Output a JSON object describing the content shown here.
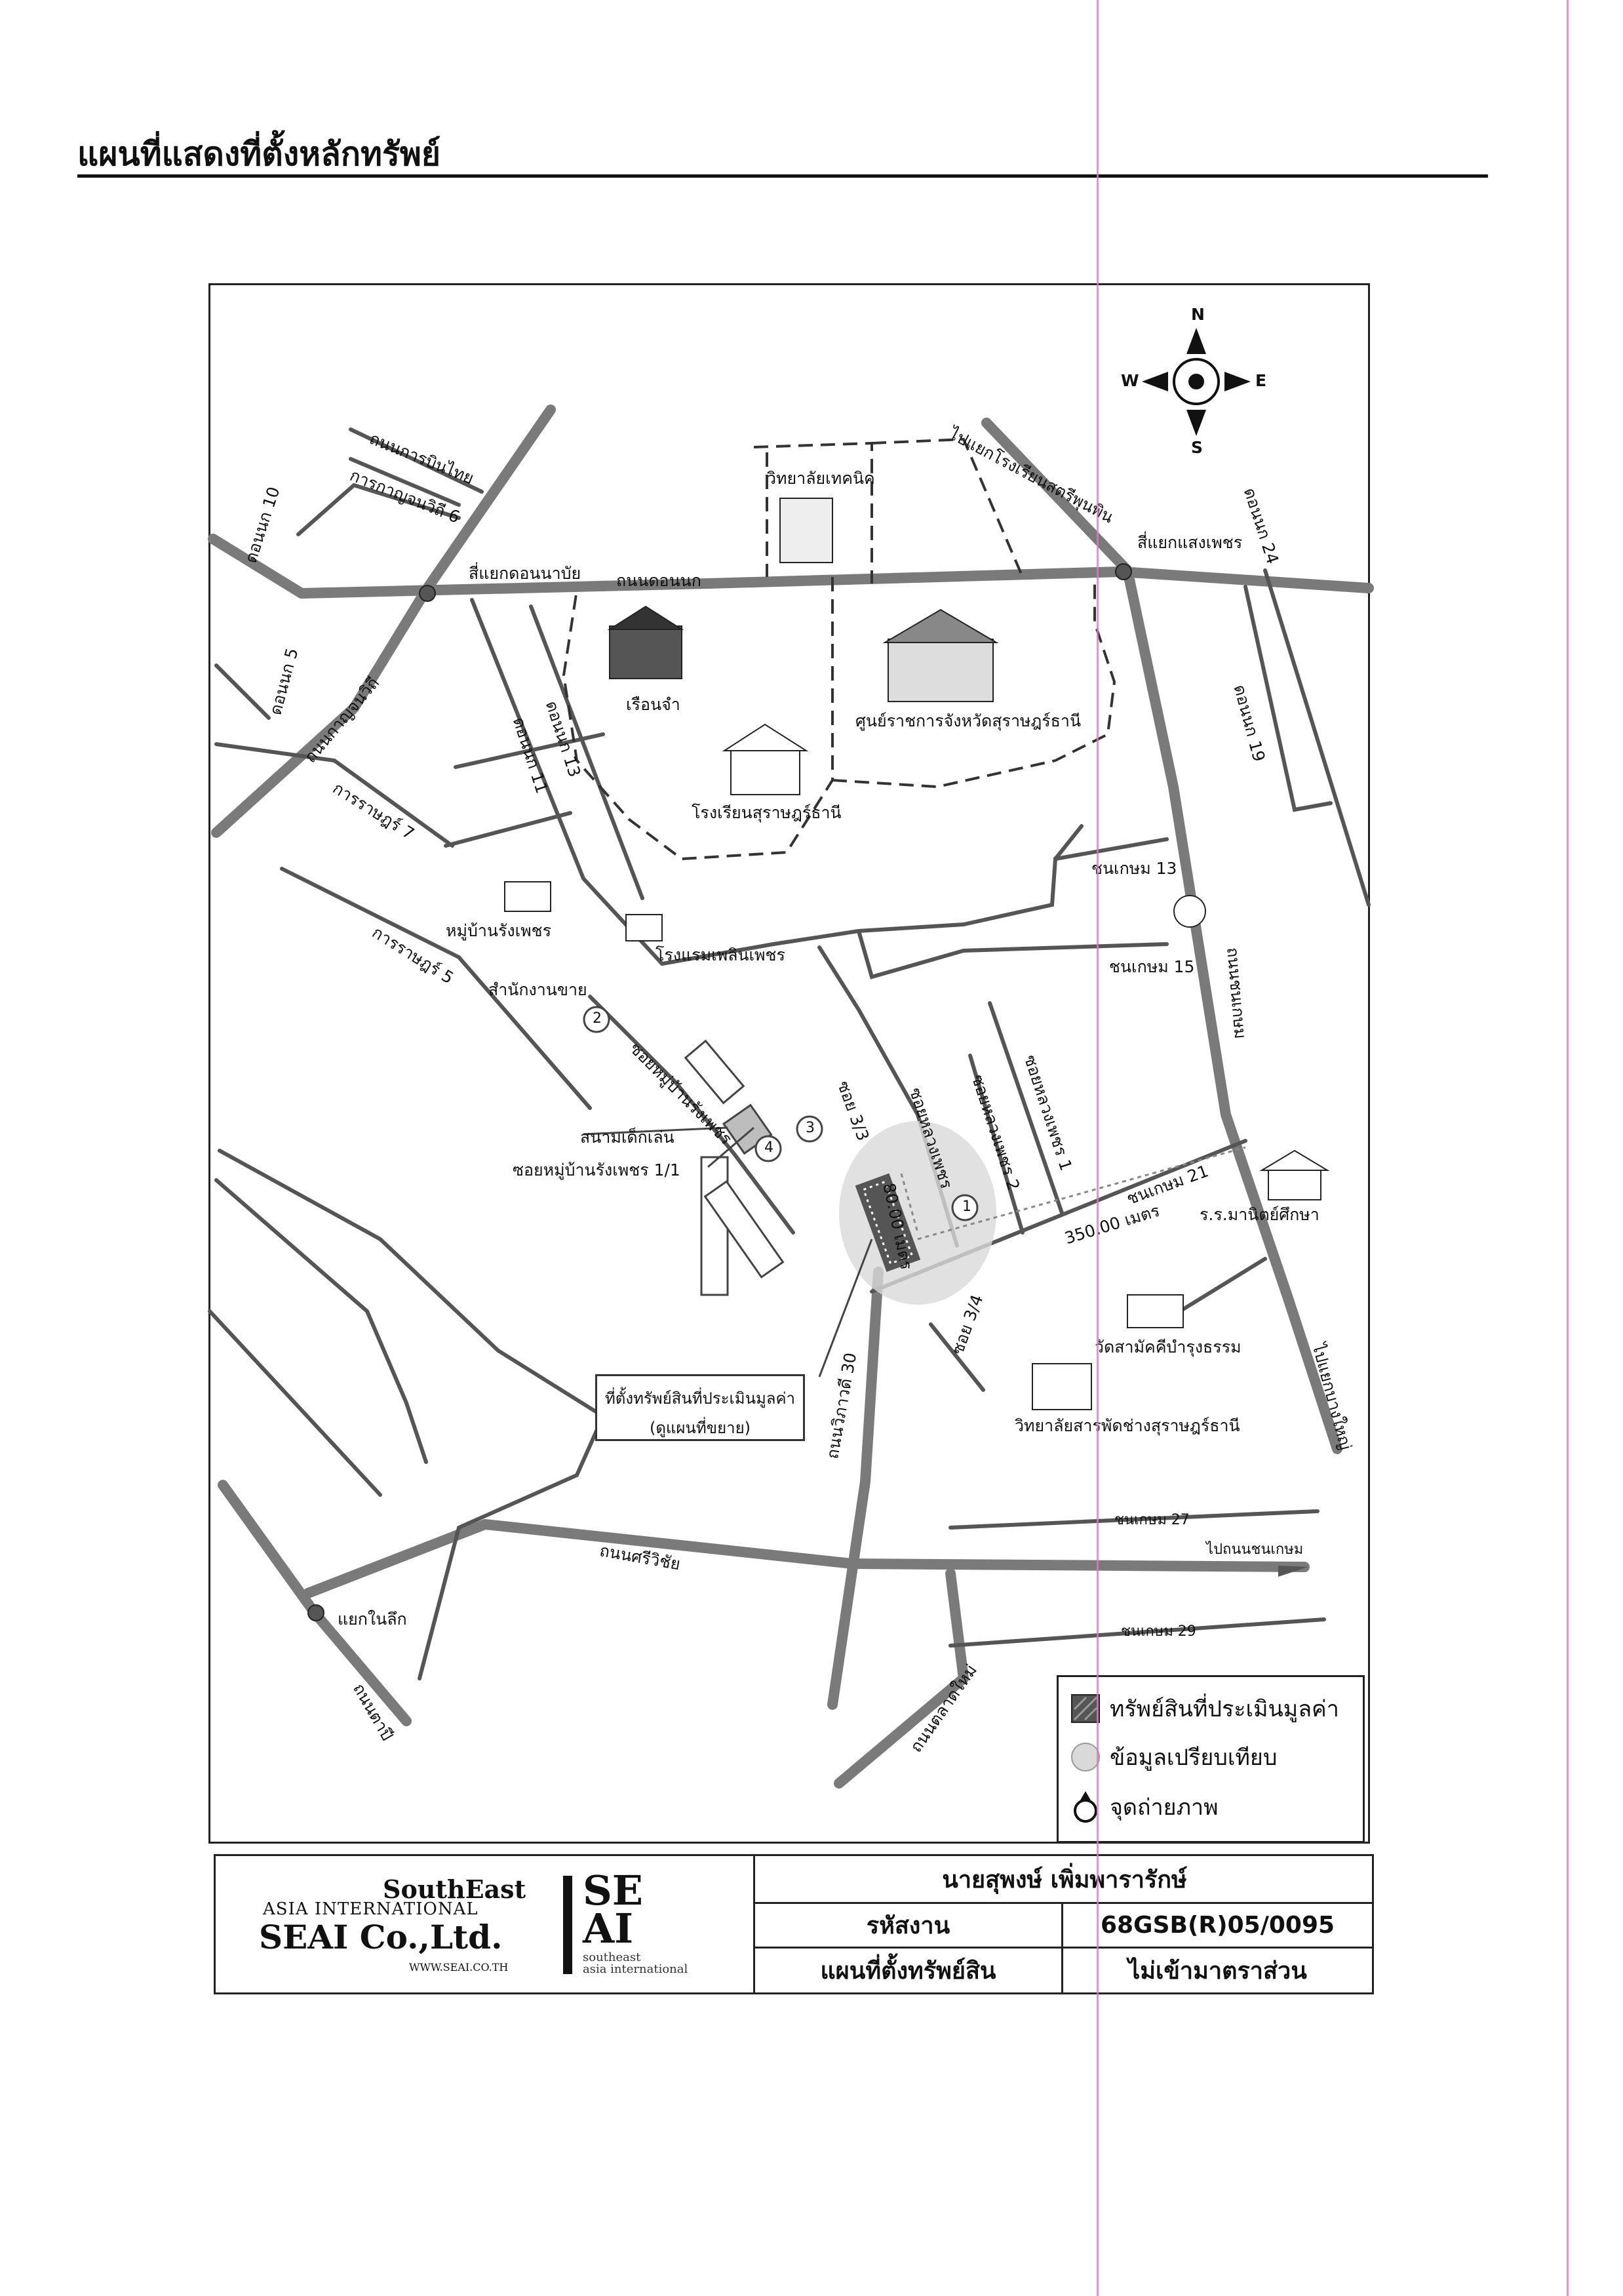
{
  "page": {
    "heading": "แผนที่แสดงที่ตั้งหลักทรัพย์"
  },
  "map": {
    "compass": {
      "n": "N",
      "s": "S",
      "e": "E",
      "w": "W"
    },
    "roads": {
      "r_airline": "ถนนการบินไทย",
      "r_kanchanawit6": "การกาญจนวิถี 6",
      "r_donnok10": "ดอนนก 10",
      "r_donnok": "ถนนดอนนก",
      "r_donnok5": "ดอนนก 5",
      "r_donnok24": "ดอนนก 24",
      "r_donnok19": "ดอนนก 19",
      "r_donnok11": "ดอนนก 11",
      "r_donnok13": "ดอนนก 13",
      "r_kanchanawit": "ถนนกาญจนวิถี",
      "r_kanrat7": "การราษฎร์ 7",
      "r_kanrat5": "การราษฎร์ 5",
      "r_to_watpradu": "ไปแยกโรงเรียนสตรีพุนพิน",
      "r_chonkasem13": "ชนเกษม 13",
      "r_chonkasem15": "ชนเกษม 15",
      "r_chonkasem": "ถนนชนเกษม",
      "r_chonkasem21": "ชนเกษม 21",
      "r_chonkasem27": "ชนเกษม 27",
      "r_chonkasem29": "ชนเกษม 29",
      "r_soi_mooban": "ซอยหมู่บ้านรังเพชร",
      "r_soi_mooban11": "ซอยหมู่บ้านรังเพชร 1/1",
      "r_soi3_3": "ซอย 3/3",
      "r_soi3_4": "ซอย 3/4",
      "r_soi_a": "ซอยหลวงเพชร 1",
      "r_soi_b": "ซอยหลวงเพชร 2",
      "r_soi_c": "ซอยหลวงเพชร",
      "r_to_bangyai": "ไปแยกบางใหญ่",
      "r_to_chonkasem": "ไปถนนชนเกษม",
      "r_sriwichai": "ถนนศรีวิชัย",
      "r_soi30": "ถนนวิภาวดี 30",
      "r_talatmai": "ถนนตลาดใหม่",
      "r_ban": "ถนนตาปี"
    },
    "places": {
      "intersection1": "สี่แยกดอนนาบัย",
      "intersection2": "สี่แยกแสงเพชร",
      "tech_college": "วิทยาลัยเทคนิค",
      "prison": "เรือนจำ",
      "gov_center": "ศูนย์ราชการจังหวัดสุราษฎร์ธานี",
      "school": "โรงเรียนสุราษฎร์ธานี",
      "village": "หมู่บ้านรังเพชร",
      "hotel": "โรงแรมเพลินเพชร",
      "office": "สำนักงานขาย",
      "playground": "สนามเด็กเล่น",
      "school2": "ร.ร.มานิตย์ศึกษา",
      "temple": "วัดสามัคคีบำรุงธรรม",
      "vocational": "วิทยาลัยสารพัดช่างสุราษฎร์ธานี",
      "node_kao": "แยกในลึก",
      "callout": "ที่ตั้งทรัพย์สินที่ประเมินมูลค่า",
      "callout2": "(ดูแผนที่ขยาย)"
    },
    "distances": {
      "d1": "80.00 เมตร",
      "d2": "350.00 เมตร"
    },
    "markers": [
      "1",
      "2",
      "3",
      "4"
    ]
  },
  "legend": {
    "items": [
      {
        "label": "ทรัพย์สินที่ประเมินมูลค่า",
        "icon": "hatched-square-icon"
      },
      {
        "label": "ข้อมูลเปรียบเทียบ",
        "icon": "grey-circle-icon"
      },
      {
        "label": "จุดถ่ายภาพ",
        "icon": "photo-point-icon"
      }
    ]
  },
  "footer": {
    "company_line1": "SouthEast",
    "company_line2": "ASIA INTERNATIONAL",
    "company_line3": "SEAI Co.,Ltd.",
    "website": "WWW.SEAI.CO.TH",
    "logo_line1": "SE",
    "logo_line2": "AI",
    "logo_tag1": "southeast",
    "logo_tag2": "asia international",
    "owner": "นายสุพงษ์ เพิ่มพารารักษ์",
    "code_label": "รหัสงาน",
    "code_value": "68GSB(R)05/0095",
    "map_label": "แผนที่ตั้งทรัพย์สิน",
    "scale_note": "ไม่เข้ามาตราส่วน"
  },
  "colors": {
    "road": "#7a7a7a",
    "accent_line": "#e07ab8",
    "compare": "#d9d9d9"
  }
}
